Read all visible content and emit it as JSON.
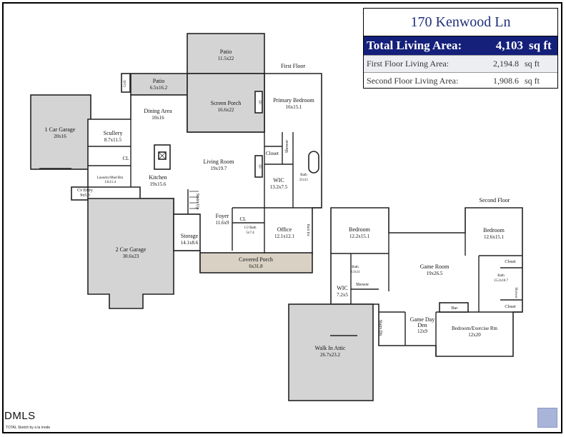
{
  "summary": {
    "address": "170 Kenwood Ln",
    "total_label": "Total Living Area:",
    "total_value": "4,103",
    "total_unit": "sq ft",
    "rows": [
      {
        "label": "First Floor Living Area:",
        "value": "2,194.8",
        "unit": "sq ft"
      },
      {
        "label": "Second Floor Living Area:",
        "value": "1,908.6",
        "unit": "sq ft"
      }
    ]
  },
  "floors": {
    "first": "First Floor",
    "second": "Second Floor"
  },
  "rooms": {
    "one_car_garage": {
      "name": "1 Car Garage",
      "dim": "20x16"
    },
    "patio_top": {
      "name": "Patio",
      "dim": "11.5x22"
    },
    "patio_small": {
      "name": "Patio",
      "dim": "6.5x16.2"
    },
    "grill": "Grill",
    "dining": {
      "name": "Dining Area",
      "dim": "10x16"
    },
    "screen_porch": {
      "name": "Screen Porch",
      "dim": "16.6x22"
    },
    "primary_bedroom": {
      "name": "Primary Bedroom",
      "dim": "16x15.1"
    },
    "scullery": {
      "name": "Scullery",
      "dim": "8.7x11.5"
    },
    "cl": "CL",
    "closet": "Closet",
    "shower": "Shower",
    "living": {
      "name": "Living Room",
      "dim": "19x19.7"
    },
    "bath_primary": {
      "name": "Bath",
      "dim": "21x11"
    },
    "laundry": {
      "name": "Laundry/Mud Rm",
      "dim": "13x11.4"
    },
    "kitchen": {
      "name": "Kitchen",
      "dim": "19x15.6"
    },
    "wic_first": {
      "name": "WIC",
      "dim": "13.2x7.5"
    },
    "cv_entry": {
      "name": "Cv Entry",
      "dim": "9x5.3"
    },
    "stairs_up": "Stairs Up",
    "foyer": {
      "name": "Foyer",
      "dim": "11.6x9"
    },
    "half_bath": {
      "name": "1/2 Bath",
      "dim": "5x7.4"
    },
    "office": {
      "name": "Office",
      "dim": "12.1x12.1"
    },
    "built_ins": "Built Ins",
    "two_car_garage": {
      "name": "2 Car Garage",
      "dim": "30.6x23"
    },
    "storage": {
      "name": "Storage",
      "dim": "14.1x8.6"
    },
    "covered_porch": {
      "name": "Covered Porch",
      "dim": "6x31.8"
    },
    "fp": "FP",
    "bedroom_left": {
      "name": "Bedroom",
      "dim": "12.2x15.1"
    },
    "bedroom_right": {
      "name": "Bedroom",
      "dim": "12.6x15.1"
    },
    "bath_left": {
      "name": "Bath",
      "dim": "9.3x11"
    },
    "game_room": {
      "name": "Game Room",
      "dim": "19x26.5"
    },
    "bath_right": {
      "name": "Bath",
      "dim": "15.2x10.7"
    },
    "wic_second": {
      "name": "WIC",
      "dim": "7.2x5"
    },
    "bar": "Bar",
    "stairs_dn": "Stairs Dn",
    "game_day_den": {
      "name": "Game Day",
      "name2": "Den",
      "dim": "12x9"
    },
    "bedroom_exercise": {
      "name": "Bedroom/Exercise Rm",
      "dim": "12x20"
    },
    "walk_in_attic": {
      "name": "Walk In Attic",
      "dim": "26.7x23.2"
    }
  },
  "footer": {
    "logo": "DMLS",
    "credit": "TOTAL Sketch by a la mode"
  }
}
